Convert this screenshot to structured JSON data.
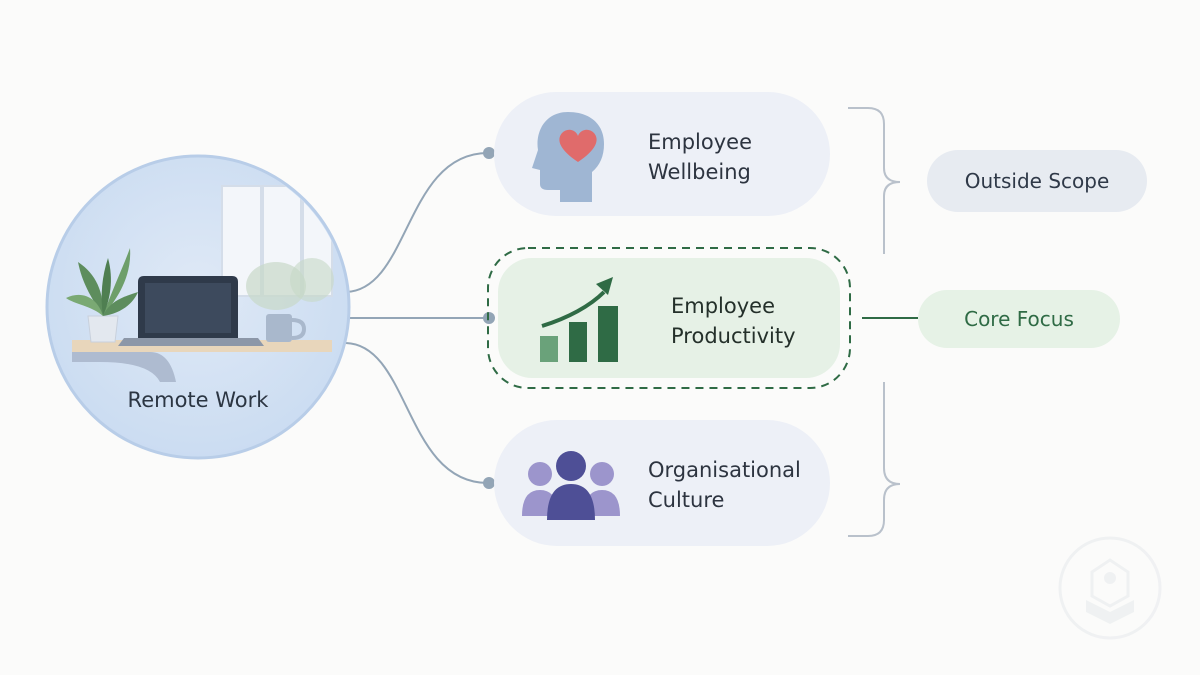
{
  "center": {
    "label": "Remote Work"
  },
  "nodes": [
    {
      "id": "wellbeing",
      "lines": [
        "Employee",
        "Wellbeing"
      ]
    },
    {
      "id": "productivity",
      "lines": [
        "Employee",
        "Productivity"
      ]
    },
    {
      "id": "culture",
      "lines": [
        "Organisational",
        "Culture"
      ]
    }
  ],
  "scope": {
    "outside": "Outside Scope",
    "core": "Core Focus"
  },
  "colors": {
    "background": "#fbfbfa",
    "node_fill": "#edf0f7",
    "focus_fill": "#e6f1e6",
    "focus_dash": "#2f6b45",
    "connector": "#93a5b6",
    "bracket": "#b9c1cb",
    "outside_pill": "#e7ebf1",
    "core_pill": "#e6f2e6",
    "chart_green": "#2f6b45",
    "heart": "#e06b6b",
    "people_dark": "#4e4f96",
    "people_light": "#9c95cc"
  },
  "icons": {
    "center": "home-office-icon",
    "wellbeing": "head-heart-icon",
    "productivity": "growth-chart-icon",
    "culture": "people-group-icon",
    "watermark": "book-emblem-icon"
  }
}
